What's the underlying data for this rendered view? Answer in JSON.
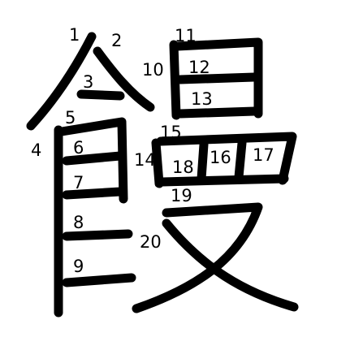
{
  "character": "饅",
  "stroke_labels": [
    "1",
    "2",
    "3",
    "4",
    "5",
    "6",
    "7",
    "8",
    "9",
    "10",
    "11",
    "12",
    "13",
    "14",
    "15",
    "16",
    "17",
    "18",
    "19",
    "20"
  ],
  "colors": {
    "ink": "#000000",
    "background": "#ffffff"
  }
}
